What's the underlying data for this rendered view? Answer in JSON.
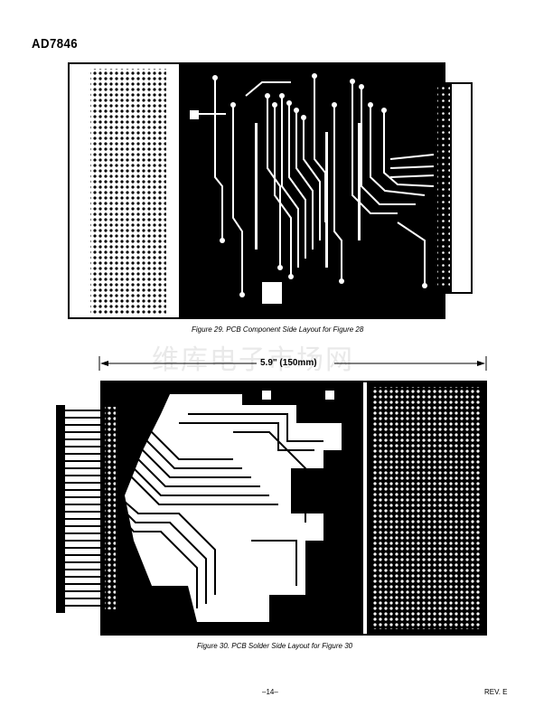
{
  "header": {
    "part_number": "AD7846"
  },
  "figure29": {
    "caption": "Figure 29.  PCB Component Side Layout for Figure 28"
  },
  "watermark": {
    "text": "维库电子市场网"
  },
  "figure30": {
    "dimension_label": "5.9\" (150mm)",
    "caption": "Figure 30.  PCB Solder Side Layout for Figure 30"
  },
  "footer": {
    "page": "–14–",
    "revision": "REV. E"
  },
  "colors": {
    "ink": "#000000",
    "paper": "#ffffff",
    "watermark": "#e9e9e9"
  }
}
